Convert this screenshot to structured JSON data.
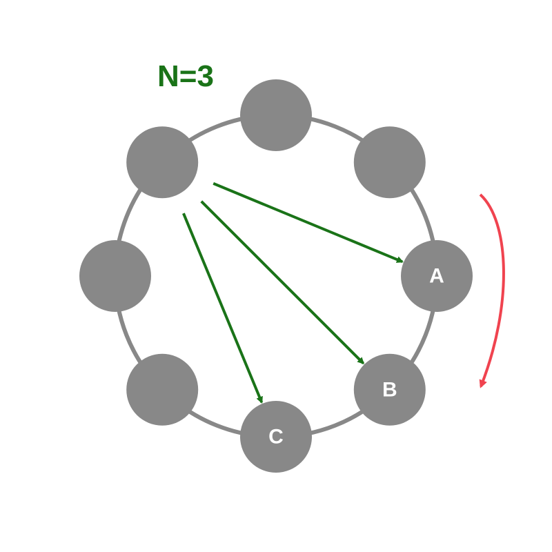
{
  "title": "N=3",
  "colors": {
    "title": "#1a7318",
    "ring": "#888888",
    "node": "#888888",
    "node_label": "#ffffff",
    "replica_arrow": "#1a7318",
    "rotation_arrow": "#f0434f",
    "background": "#ffffff"
  },
  "nodes": [
    {
      "id": "top",
      "label": ""
    },
    {
      "id": "top-right",
      "label": ""
    },
    {
      "id": "right",
      "label": "A"
    },
    {
      "id": "bottom-right",
      "label": "B"
    },
    {
      "id": "bottom",
      "label": "C"
    },
    {
      "id": "bottom-left",
      "label": ""
    },
    {
      "id": "left",
      "label": ""
    },
    {
      "id": "top-left",
      "label": ""
    }
  ],
  "replica_arrows": [
    {
      "from": "top-left",
      "to": "right"
    },
    {
      "from": "top-left",
      "to": "bottom-right"
    },
    {
      "from": "top-left",
      "to": "bottom"
    }
  ],
  "rotation_direction": "clockwise"
}
